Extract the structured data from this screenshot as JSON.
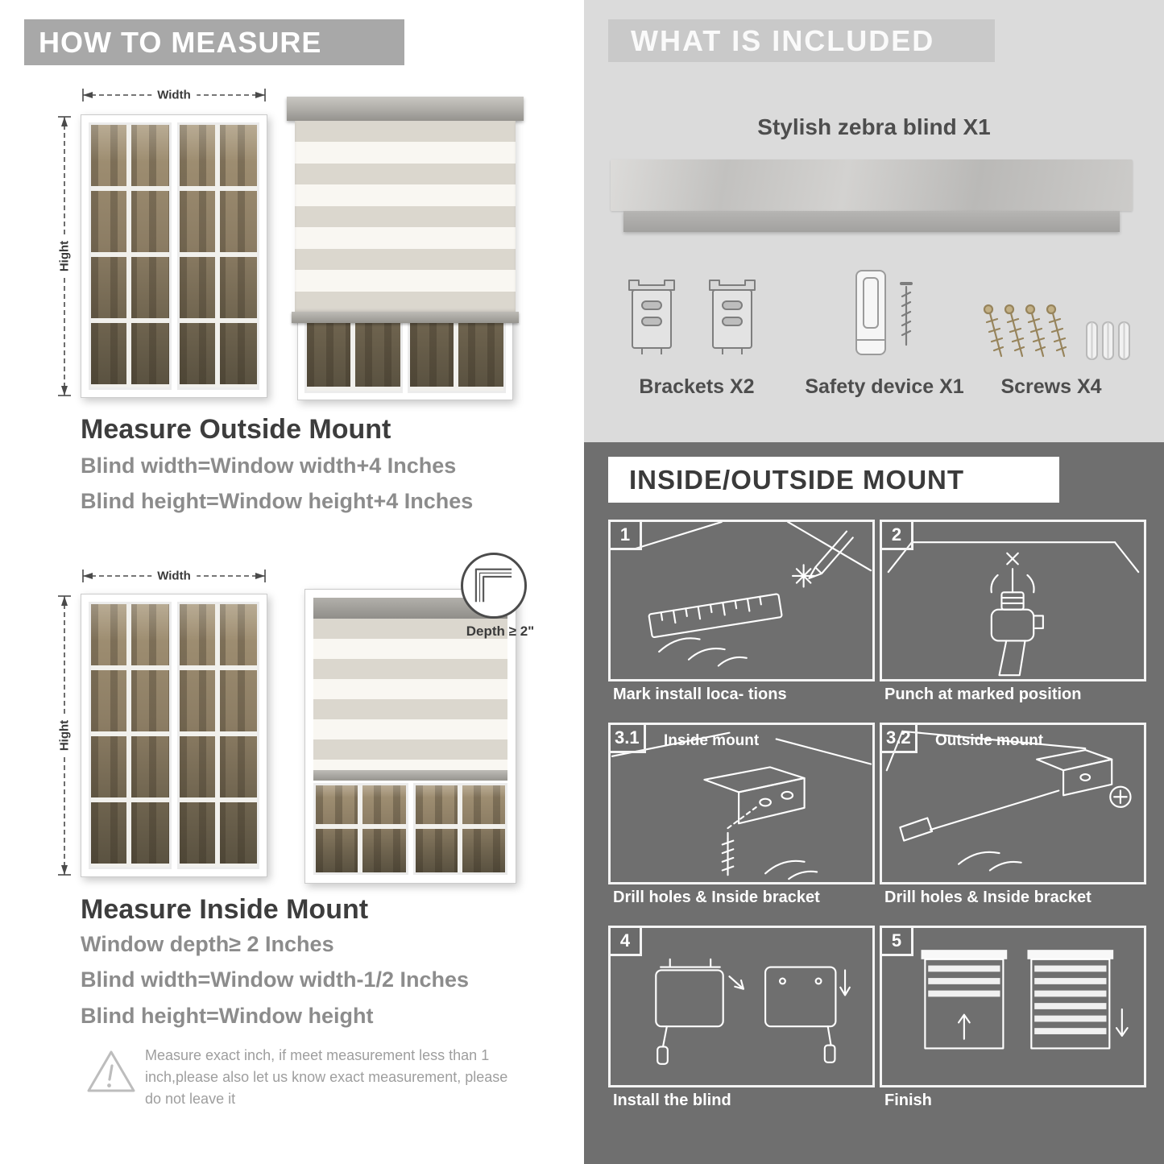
{
  "palette": {
    "howto_banner_gray": "#a8a8a8",
    "included_bg": "#dbdbdb",
    "included_banner_gray": "#c9c9c9",
    "mount_bg": "#6f6f6f",
    "heading_text": "#3d3d3d",
    "body_text": "#8c8c8c",
    "label_text": "#4d4d4d",
    "white": "#ffffff"
  },
  "left": {
    "banner": "HOW TO MEASURE",
    "measure": {
      "width_label": "Width",
      "height_label": "Hight"
    },
    "outside": {
      "heading": "Measure Outside Mount",
      "lines": [
        "Blind width=Window width+4 Inches",
        "Blind height=Window height+4 Inches"
      ]
    },
    "inside": {
      "depth_callout": "Depth ≥ 2\"",
      "heading": "Measure Inside Mount",
      "lines": [
        "Window depth≥ 2 Inches",
        "Blind width=Window width-1/2 Inches",
        "Blind height=Window height"
      ]
    },
    "warning": {
      "icon": "warning-triangle-icon",
      "text": "Measure exact inch, if meet measurement less than 1 inch,please also let us know exact measurement, please do not leave it"
    }
  },
  "right": {
    "included": {
      "banner": "WHAT IS INCLUDED",
      "product": "Stylish zebra blind X1",
      "items": [
        {
          "icon": "brackets-icon",
          "label": "Brackets X2"
        },
        {
          "icon": "safety-device-icon",
          "label": "Safety device X1"
        },
        {
          "icon": "screws-icon",
          "label": "Screws X4"
        }
      ]
    },
    "mount": {
      "banner": "INSIDE/OUTSIDE MOUNT",
      "steps": [
        {
          "num": "1",
          "caption": "Mark install loca- tions"
        },
        {
          "num": "2",
          "caption": "Punch at  marked position"
        },
        {
          "num": "3.1",
          "label": "Inside mount",
          "caption": "Drill holes &  Inside bracket"
        },
        {
          "num": "3.2",
          "label": "Outside mount",
          "caption": "Drill holes &  Inside bracket"
        },
        {
          "num": "4",
          "caption": "Install the blind"
        },
        {
          "num": "5",
          "caption": "Finish"
        }
      ]
    }
  }
}
